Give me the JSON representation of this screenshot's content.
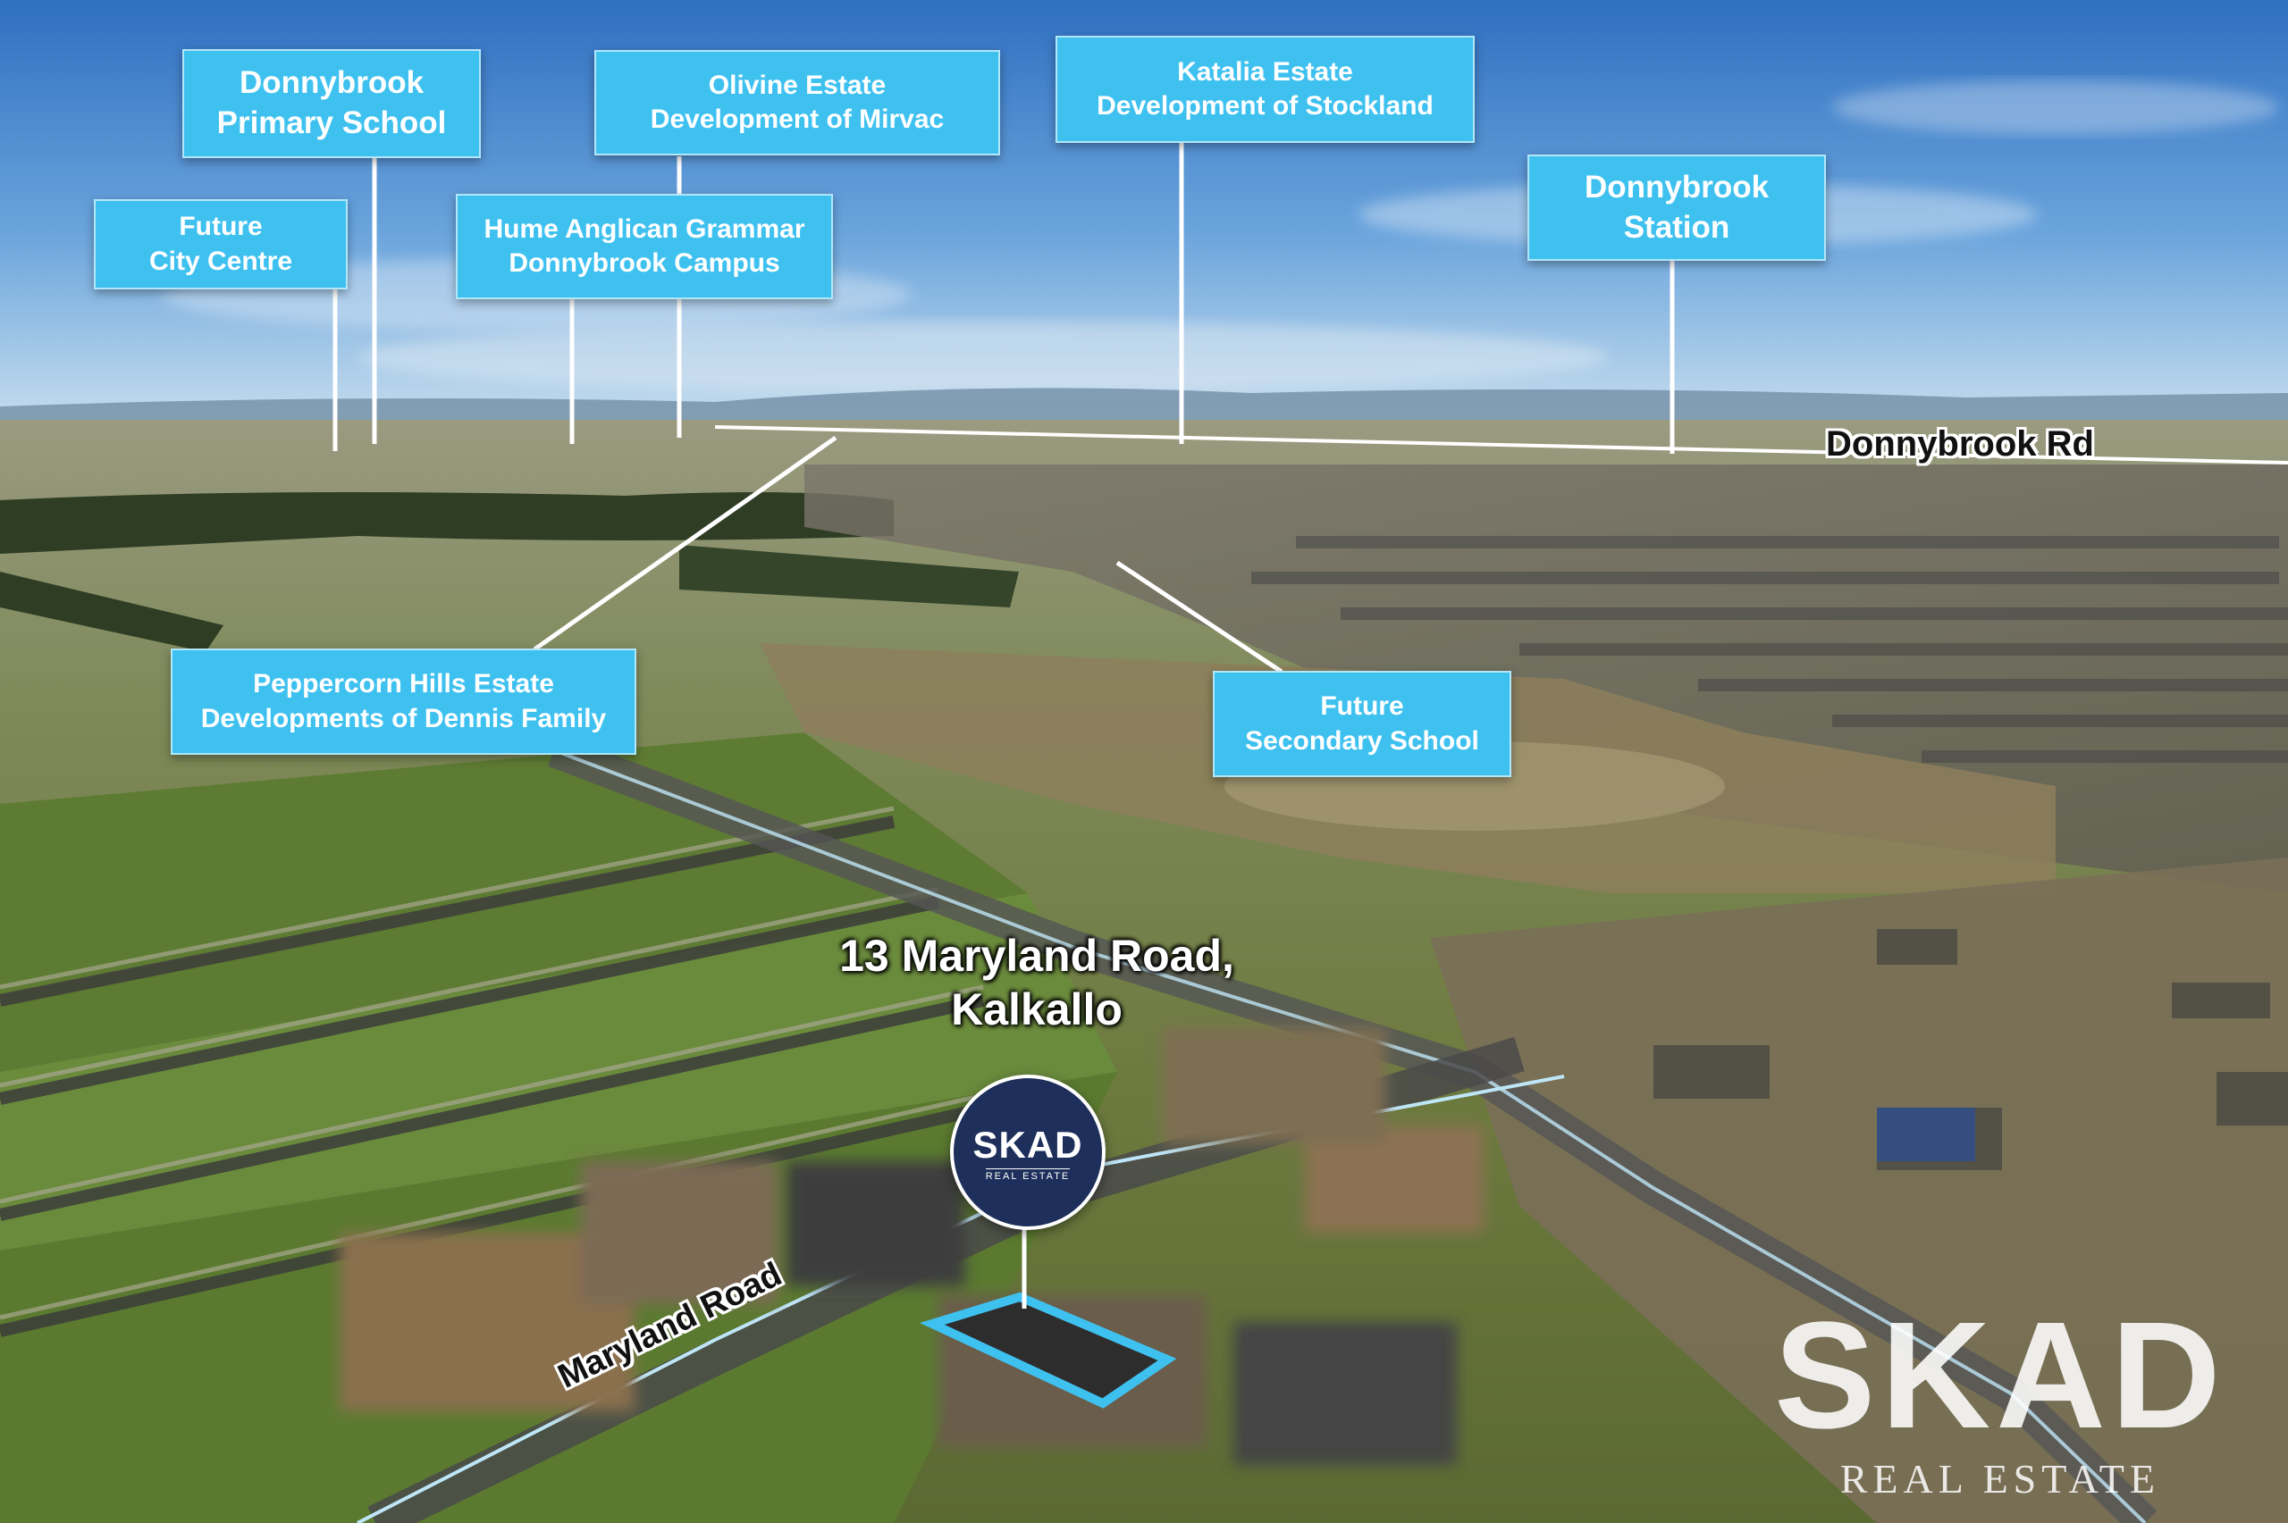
{
  "callouts": {
    "donnybrook_primary": {
      "line1": "Donnybrook",
      "line2": "Primary School"
    },
    "olivine": {
      "line1": "Olivine Estate",
      "line2": "Development of Mirvac"
    },
    "katalia": {
      "line1": "Katalia Estate",
      "line2": "Development of Stockland"
    },
    "donnybrook_station": {
      "line1": "Donnybrook",
      "line2": "Station"
    },
    "future_city": {
      "line1": "Future",
      "line2": "City Centre"
    },
    "hume_grammar": {
      "line1": "Hume Anglican Grammar",
      "line2": "Donnybrook Campus"
    },
    "peppercorn": {
      "line1": "Peppercorn Hills Estate",
      "line2": "Developments of Dennis Family"
    },
    "future_secondary": {
      "line1": "Future",
      "line2": "Secondary School"
    }
  },
  "roads": {
    "donnybrook_rd": "Donnybrook Rd",
    "maryland_road": "Maryland Road"
  },
  "property": {
    "address_line1": "13 Maryland Road,",
    "address_line2": "Kalkallo"
  },
  "brand": {
    "pin_logo": "SKAD",
    "pin_sub": "REAL ESTATE",
    "watermark_main": "SKAD",
    "watermark_sub": "REAL ESTATE"
  },
  "colors": {
    "callout_bg": "#3fc1f0",
    "pin_bg": "#1d2f5a",
    "boundary": "#3fc1f0"
  }
}
